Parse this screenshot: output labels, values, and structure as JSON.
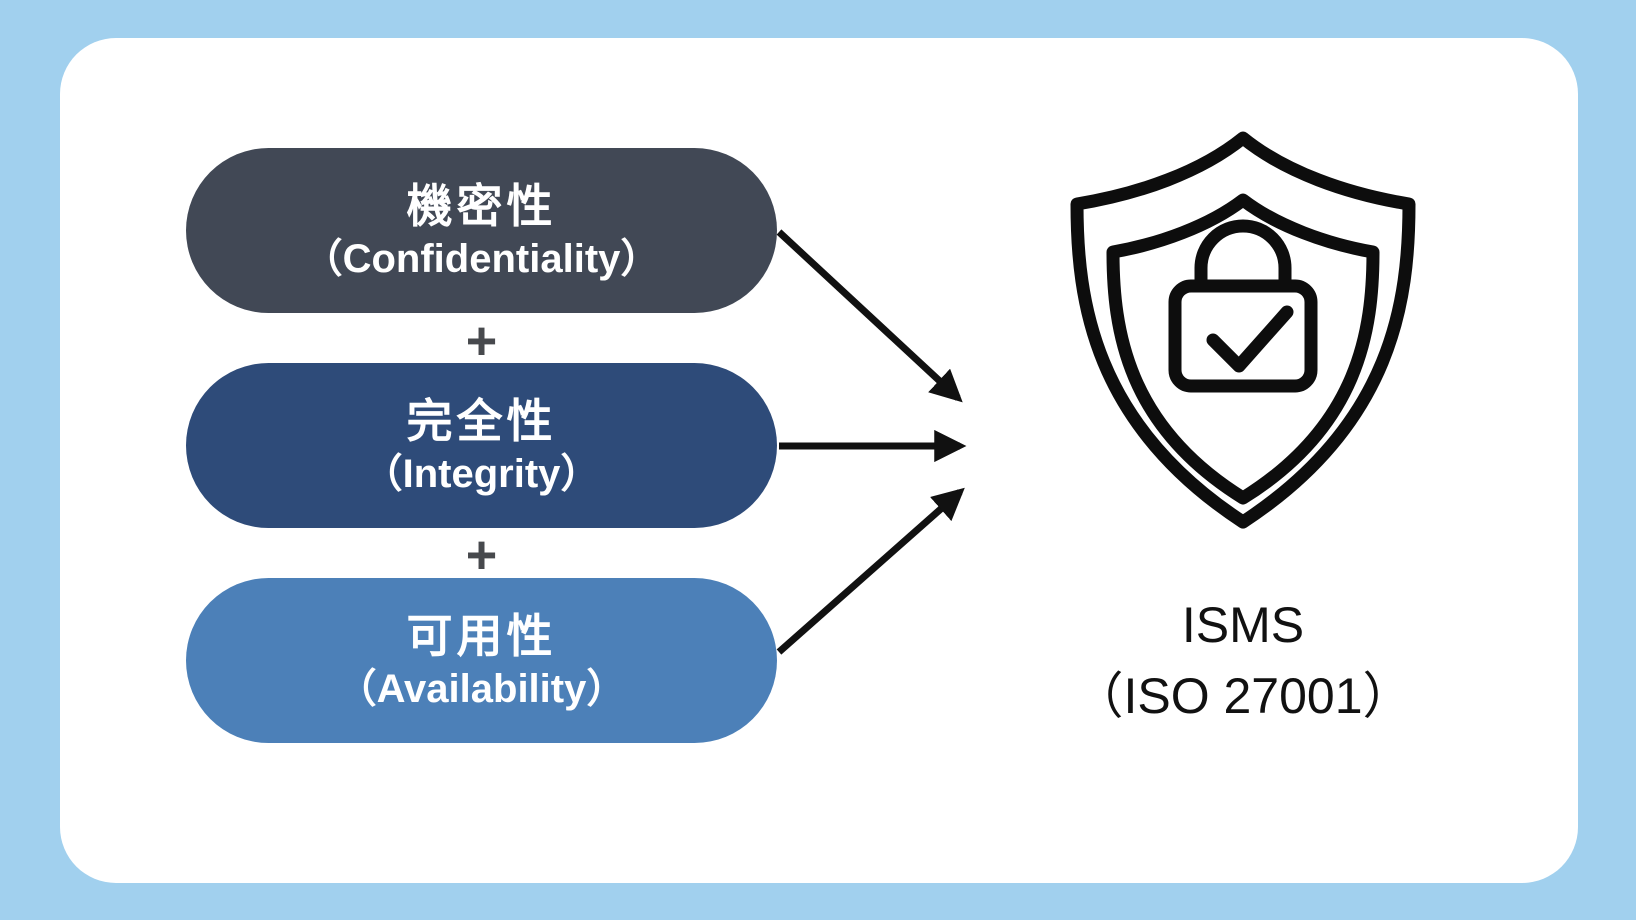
{
  "page": {
    "background_color": "#A1D0EE",
    "card_color": "#FFFFFF"
  },
  "pills": [
    {
      "title_ja": "機密性",
      "title_en": "（Confidentiality）",
      "color": "#414855"
    },
    {
      "title_ja": "完全性",
      "title_en": "（Integrity）",
      "color": "#2E4B79"
    },
    {
      "title_ja": "可用性",
      "title_en": "（Availability）",
      "color": "#4C80B8"
    }
  ],
  "pill_text_color": "#FFFFFF",
  "separators": [
    "+",
    "+"
  ],
  "separator_color": "#47494D",
  "arrow_color": "#111111",
  "shield": {
    "icon": "shield-lock-check-icon",
    "color": "#0D0D0D"
  },
  "target_label": {
    "line1": "ISMS",
    "line2": "（ISO 27001）",
    "color": "#111111"
  }
}
